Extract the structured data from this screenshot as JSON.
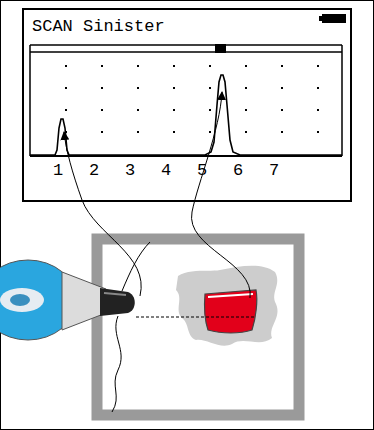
{
  "diagram": {
    "nodes": [
      {
        "text": [
          "SCAN Sinister"
        ]
      }
    ],
    "labels": [
      "1",
      "2",
      "3",
      "4",
      "5",
      "6",
      "7"
    ]
  }
}
